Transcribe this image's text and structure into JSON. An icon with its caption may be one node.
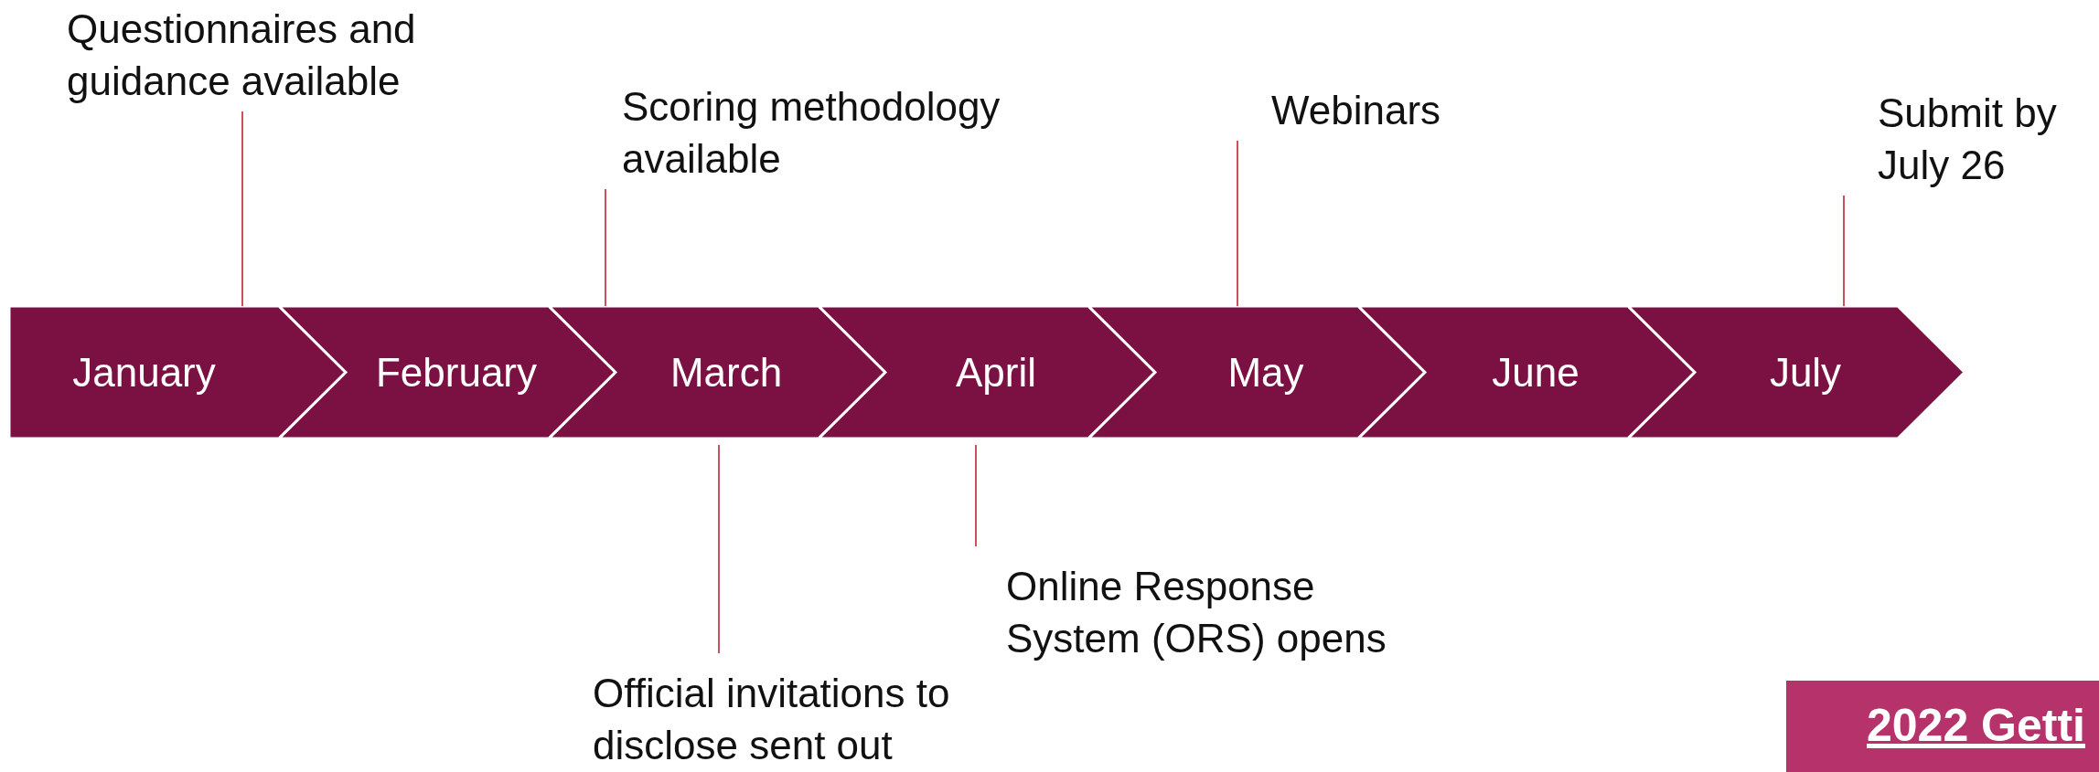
{
  "diagram": {
    "nodes": [
      {
        "text": [
          "January"
        ]
      },
      {
        "text": [
          "February"
        ]
      },
      {
        "text": [
          "March"
        ]
      },
      {
        "text": [
          "April"
        ]
      },
      {
        "text": [
          "May"
        ]
      },
      {
        "text": [
          "June"
        ]
      },
      {
        "text": [
          "July"
        ]
      },
      {
        "text": [
          "Questionnaires and guidance available"
        ]
      },
      {
        "text": [
          "Scoring methodology available"
        ]
      },
      {
        "text": [
          "Webinars"
        ]
      },
      {
        "text": [
          "Submit by July 26"
        ]
      },
      {
        "text": [
          "Official invitations to disclose sent out"
        ]
      },
      {
        "text": [
          "Online Response System (ORS) opens"
        ]
      },
      {
        "text": [
          "2022 Getti"
        ]
      }
    ],
    "edges": [
      {
        "from": 7,
        "to": 0,
        "arrow": "none"
      },
      {
        "from": 8,
        "to": 2,
        "arrow": "none"
      },
      {
        "from": 9,
        "to": 4,
        "arrow": "none"
      },
      {
        "from": 10,
        "to": 6,
        "arrow": "none"
      },
      {
        "from": 11,
        "to": 2,
        "arrow": "none"
      },
      {
        "from": 12,
        "to": 3,
        "arrow": "none"
      }
    ]
  }
}
